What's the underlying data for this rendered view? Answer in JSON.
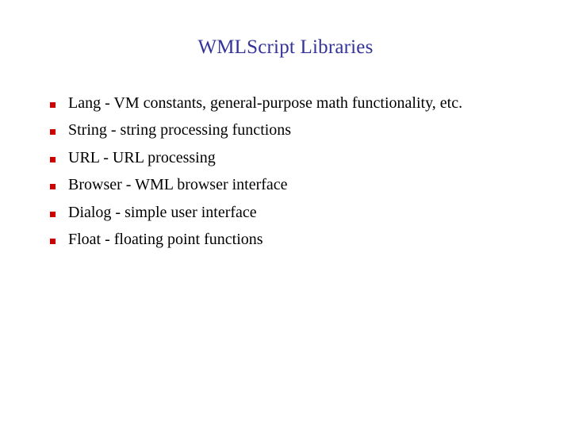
{
  "slide": {
    "background_color": "#ffffff",
    "title": "WMLScript Libraries",
    "title_color": "#333399",
    "body_color": "#000000",
    "bullet_color": "#cc0000",
    "bullet_glyph": "red-square-bullet",
    "bullets": [
      {
        "text": "Lang - VM constants, general-purpose math functionality, etc."
      },
      {
        "text": "String - string processing functions"
      },
      {
        "text": "URL - URL processing"
      },
      {
        "text": "Browser - WML browser interface"
      },
      {
        "text": "Dialog - simple user interface"
      },
      {
        "text": "Float - floating point functions"
      }
    ]
  }
}
